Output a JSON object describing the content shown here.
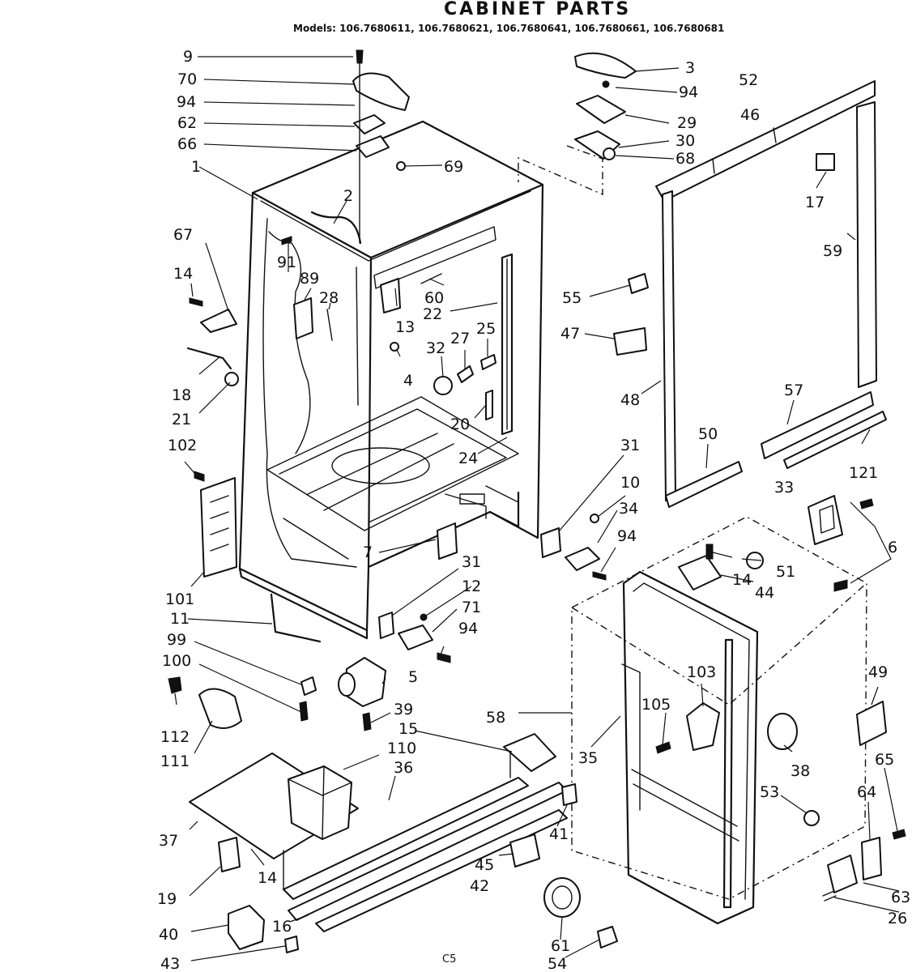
{
  "title": "CABINET PARTS",
  "models": "Models:  106.7680611, 106.7680621, 106.7680641, 106.7680661, 106.7680681",
  "footer_code": "C5",
  "labels": {
    "n9": "9",
    "n70": "70",
    "n94a": "94",
    "n62": "62",
    "n66": "66",
    "n1": "1",
    "n69": "69",
    "n2": "2",
    "n3": "3",
    "n94b": "94",
    "n29": "29",
    "n30": "30",
    "n68": "68",
    "n52": "52",
    "n46": "46",
    "n17": "17",
    "n59": "59",
    "n67": "67",
    "n14a": "14",
    "n91": "91",
    "n89": "89",
    "n28": "28",
    "n60": "60",
    "n13": "13",
    "n22": "22",
    "n55": "55",
    "n47": "47",
    "n18": "18",
    "n21": "21",
    "n32": "32",
    "n27": "27",
    "n25": "25",
    "n4": "4",
    "n48": "48",
    "n57": "57",
    "n20": "20",
    "n24": "24",
    "n50": "50",
    "n121": "121",
    "n102": "102",
    "n31a": "31",
    "n10": "10",
    "n34": "34",
    "n33": "33",
    "n7": "7",
    "n94c": "94",
    "n14b": "14",
    "n51": "51",
    "n6": "6",
    "n44": "44",
    "n101": "101",
    "n31b": "31",
    "n12": "12",
    "n11": "11",
    "n71": "71",
    "n99": "99",
    "n94d": "94",
    "n100": "100",
    "n5": "5",
    "n103": "103",
    "n49": "49",
    "n112": "112",
    "n39": "39",
    "n15": "15",
    "n58": "58",
    "n105": "105",
    "n111": "111",
    "n110": "110",
    "n36": "36",
    "n35": "35",
    "n38": "38",
    "n65": "65",
    "n53": "53",
    "n64": "64",
    "n37": "37",
    "n41": "41",
    "n14c": "14",
    "n45": "45",
    "n42": "42",
    "n19": "19",
    "n63": "63",
    "n26": "26",
    "n40": "40",
    "n16": "16",
    "n61": "61",
    "n43": "43",
    "n54": "54"
  }
}
